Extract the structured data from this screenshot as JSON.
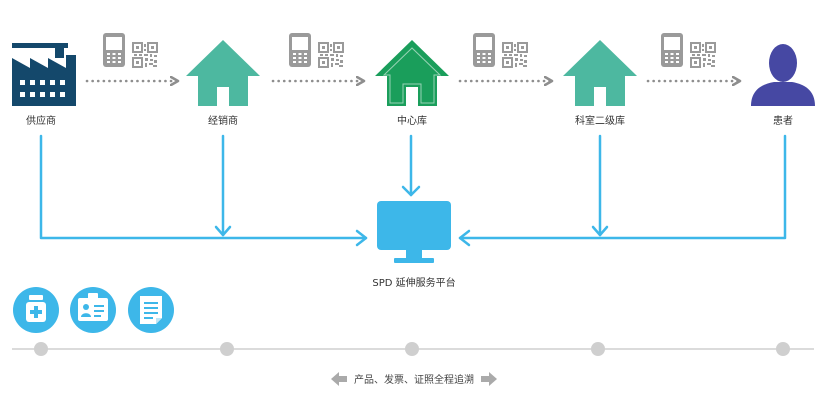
{
  "nodes": [
    {
      "label": "供应商",
      "icon": "factory-icon",
      "color": "#14486B"
    },
    {
      "label": "经销商",
      "icon": "house-icon",
      "color": "#4DB8A0"
    },
    {
      "label": "中心库",
      "icon": "house-icon",
      "color": "#1A9E5B"
    },
    {
      "label": "科室二级库",
      "icon": "house-icon",
      "color": "#4DB8A0"
    },
    {
      "label": "患者",
      "icon": "patient-icon",
      "color": "#4648A3"
    }
  ],
  "platform": {
    "label": "SPD 延伸服务平台",
    "icon": "monitor-icon",
    "color": "#3DB7E9"
  },
  "tracking": {
    "label": "产品、发票、证照全程追溯"
  },
  "feature_icons": [
    "medicine-bottle-icon",
    "id-card-icon",
    "document-icon"
  ],
  "colors": {
    "flow_arrow": "#3DB7E9",
    "dotted_arrow": "#8E8E8E",
    "scan_icon": "#9A9A9A",
    "timeline": "#CFCFCF",
    "timeline_dot": "#CFCFCF"
  }
}
